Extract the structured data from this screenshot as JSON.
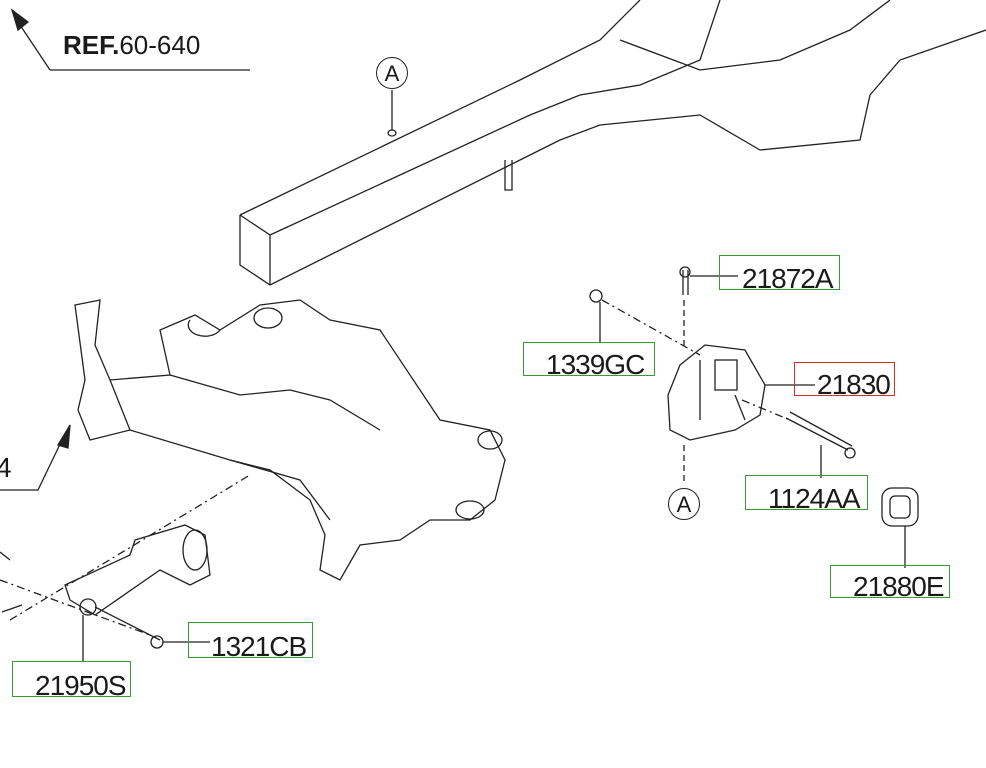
{
  "reference": {
    "prefix": "REF.",
    "number": "60-640"
  },
  "marker_a": "A",
  "partial_label": "4",
  "parts": [
    {
      "id": "21872A",
      "highlighted": false
    },
    {
      "id": "1339GC",
      "highlighted": false
    },
    {
      "id": "21830",
      "highlighted": true
    },
    {
      "id": "1124AA",
      "highlighted": false
    },
    {
      "id": "21880E",
      "highlighted": false
    },
    {
      "id": "1321CB",
      "highlighted": false
    },
    {
      "id": "21950S",
      "highlighted": false
    }
  ],
  "colors": {
    "label_border": "#3a9a3a",
    "highlight_border": "#d03030",
    "line": "#222222"
  }
}
